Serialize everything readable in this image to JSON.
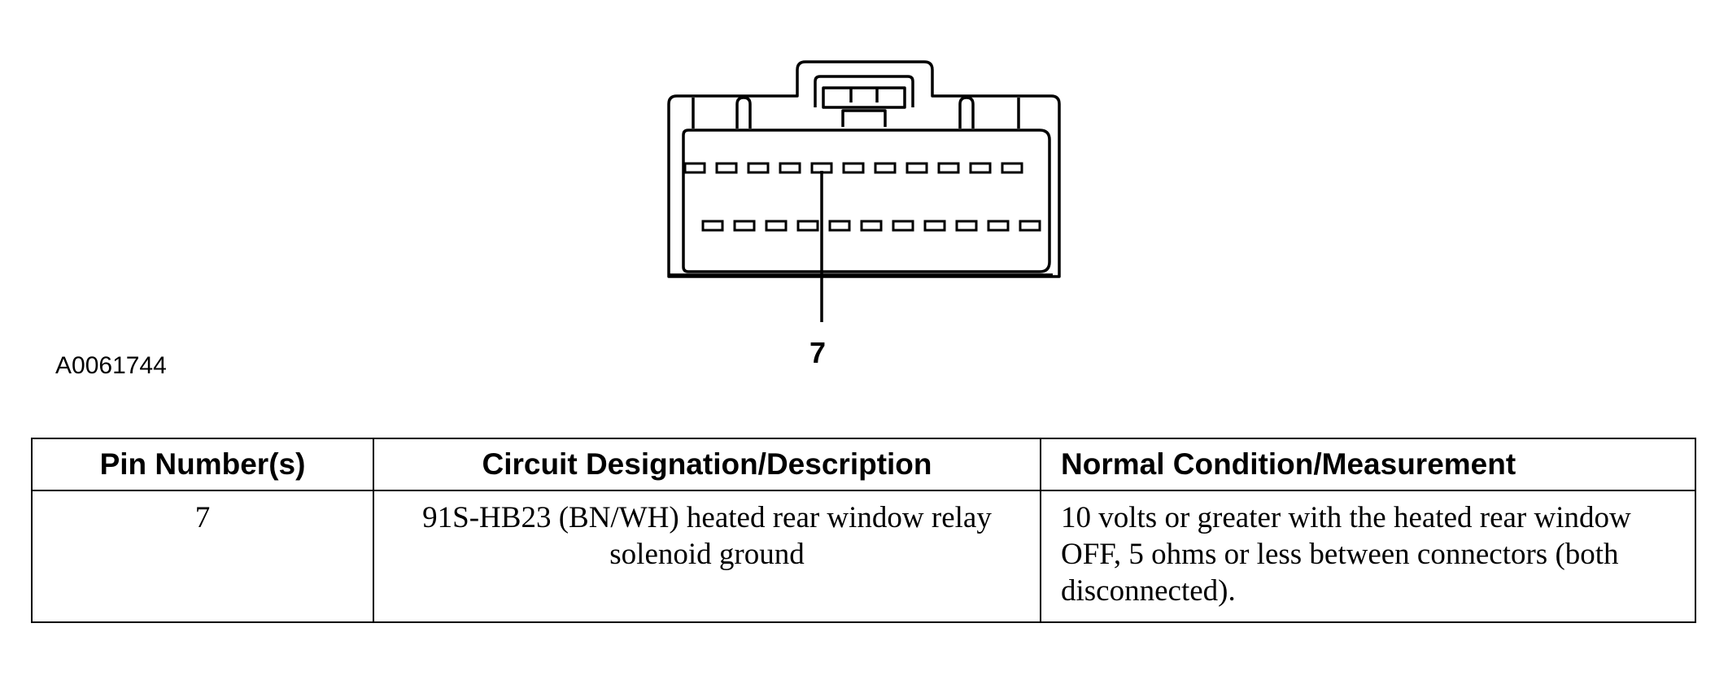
{
  "figure": {
    "id": "A0061744",
    "callout": "7"
  },
  "table": {
    "headers": [
      "Pin Number(s)",
      "Circuit Designation/Description",
      "Normal Condition/Measurement"
    ],
    "rows": [
      {
        "pin": "7",
        "circuit": "91S-HB23 (BN/WH) heated rear window relay solenoid ground",
        "measurement": "10 volts or greater with the heated rear window OFF, 5 ohms or less between connectors (both disconnected)."
      }
    ]
  }
}
